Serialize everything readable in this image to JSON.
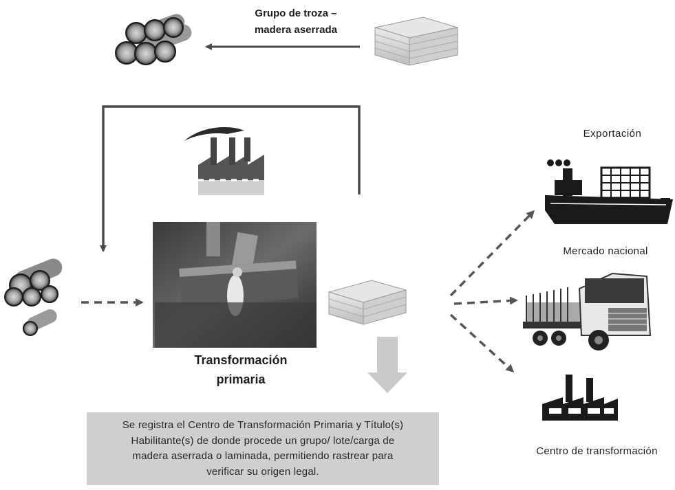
{
  "labels": {
    "top_line1": "Grupo de troza –",
    "top_line2": "madera aserrada",
    "exportacion": "Exportación",
    "mercado_nacional": "Mercado nacional",
    "centro_transformacion": "Centro de transformación",
    "transformacion_line1": "Transformación",
    "transformacion_line2": "primaria"
  },
  "info_box": {
    "line1": "Se registra el Centro de Transformación Primaria y Título(s)",
    "line2": "Habilitante(s) de donde procede un grupo/ lote/carga de",
    "line3": "madera aserrada o laminada, permitiendo rastrear para",
    "line4": "verificar su origen legal."
  },
  "colors": {
    "arrow": "#4a4a4a",
    "dashed_arrow": "#555555",
    "info_bg": "#cfcfcf",
    "down_arrow": "#c9c9c9",
    "icon_dark": "#1a1a1a"
  },
  "icons": [
    "logs-icon",
    "lumber-stack-icon",
    "factory-icon",
    "sawmill-photo",
    "ship-icon",
    "truck-icon",
    "factory-small-icon"
  ]
}
